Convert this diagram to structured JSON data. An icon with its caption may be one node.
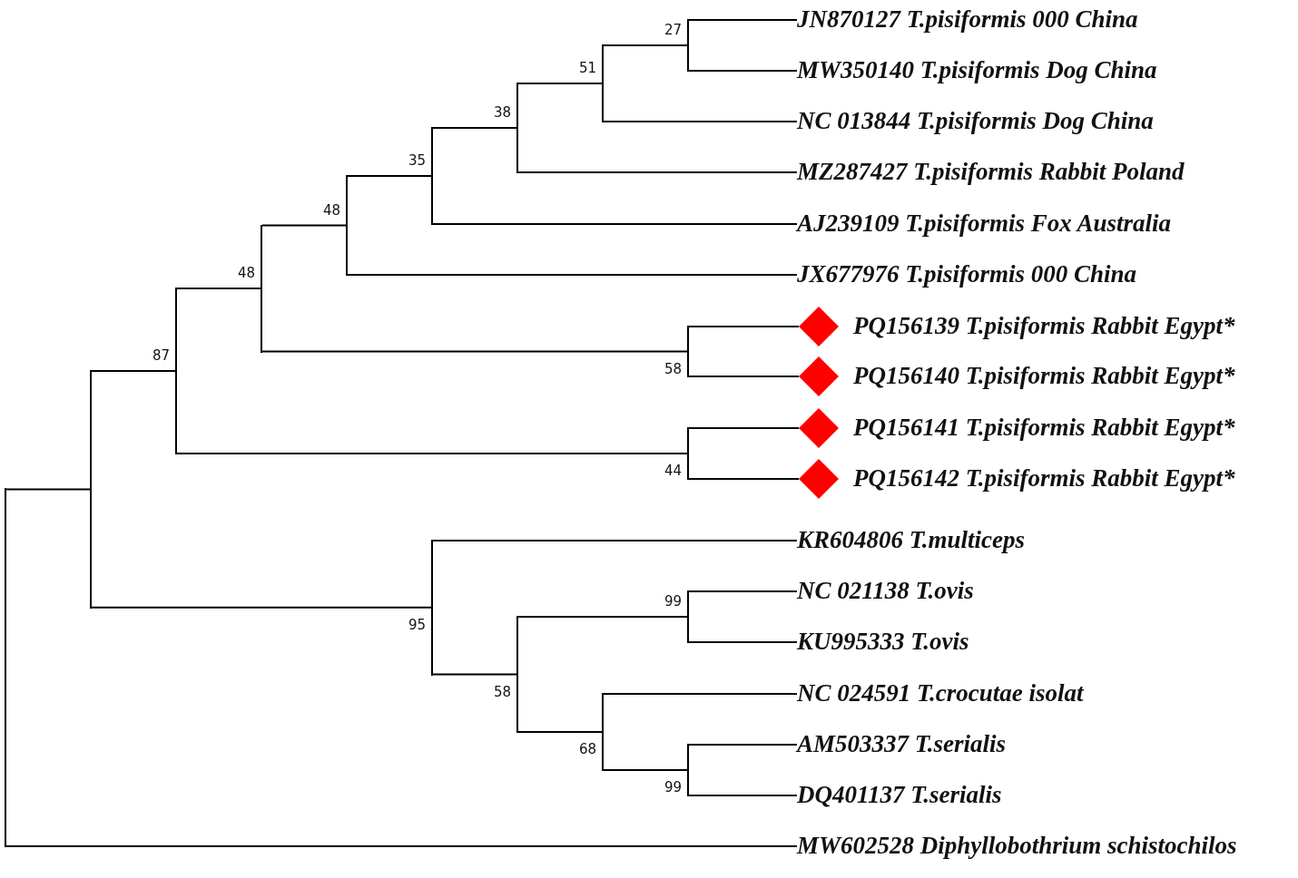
{
  "diagram": {
    "nodes": [
      {
        "text": [],
        "shape": "bar"
      },
      {
        "text": [],
        "shape": "bar"
      },
      {
        "text": [],
        "shape": "bar",
        "beside": [
          "87"
        ]
      },
      {
        "text": [],
        "shape": "bar",
        "beside": [
          "48"
        ]
      },
      {
        "text": [],
        "shape": "bar",
        "beside": [
          "48"
        ]
      },
      {
        "text": [],
        "shape": "bar",
        "beside": [
          "35"
        ]
      },
      {
        "text": [],
        "shape": "bar",
        "beside": [
          "38"
        ]
      },
      {
        "text": [],
        "shape": "bar",
        "beside": [
          "51"
        ]
      },
      {
        "text": [],
        "shape": "bar",
        "beside": [
          "27"
        ]
      },
      {
        "text": [
          "JN870127 T.pisiformis 000 China"
        ]
      },
      {
        "text": [
          "MW350140 T.pisiformis Dog China"
        ]
      },
      {
        "text": [
          "NC 013844 T.pisiformis Dog China"
        ]
      },
      {
        "text": [
          "MZ287427 T.pisiformis Rabbit Poland"
        ]
      },
      {
        "text": [
          "AJ239109 T.pisiformis Fox Australia"
        ]
      },
      {
        "text": [
          "JX677976 T.pisiformis 000 China"
        ]
      },
      {
        "text": [],
        "shape": "bar",
        "beside": [
          "58"
        ]
      },
      {
        "text": [],
        "shape": "diamond"
      },
      {
        "text": [
          "PQ156139 T.pisiformis Rabbit Egypt*"
        ]
      },
      {
        "text": [],
        "shape": "diamond"
      },
      {
        "text": [
          "PQ156140 T.pisiformis Rabbit Egypt*"
        ]
      },
      {
        "text": [],
        "shape": "bar",
        "beside": [
          "44"
        ]
      },
      {
        "text": [],
        "shape": "diamond"
      },
      {
        "text": [
          "PQ156141 T.pisiformis Rabbit Egypt*"
        ]
      },
      {
        "text": [],
        "shape": "diamond"
      },
      {
        "text": [
          "PQ156142 T.pisiformis Rabbit Egypt*"
        ]
      },
      {
        "text": [],
        "shape": "bar",
        "beside": [
          "95"
        ]
      },
      {
        "text": [
          "KR604806 T.multiceps"
        ]
      },
      {
        "text": [],
        "shape": "bar",
        "beside": [
          "58"
        ]
      },
      {
        "text": [],
        "shape": "bar",
        "beside": [
          "99"
        ]
      },
      {
        "text": [
          "NC 021138 T.ovis"
        ]
      },
      {
        "text": [
          "KU995333 T.ovis"
        ]
      },
      {
        "text": [],
        "shape": "bar",
        "beside": [
          "68"
        ]
      },
      {
        "text": [
          "NC 024591 T.crocutae isolat"
        ]
      },
      {
        "text": [],
        "shape": "bar",
        "beside": [
          "99"
        ]
      },
      {
        "text": [
          "AM503337 T.serialis"
        ]
      },
      {
        "text": [
          "DQ401137 T.serialis"
        ]
      },
      {
        "text": [
          "MW602528 Diphyllobothrium schistochilos"
        ]
      }
    ],
    "edges": [
      {
        "from": 0,
        "to": 1,
        "arrow": "none"
      },
      {
        "from": 0,
        "to": 36,
        "arrow": "none"
      },
      {
        "from": 1,
        "to": 2,
        "arrow": "none"
      },
      {
        "from": 1,
        "to": 25,
        "arrow": "none"
      },
      {
        "from": 2,
        "to": 3,
        "arrow": "none"
      },
      {
        "from": 2,
        "to": 20,
        "arrow": "none"
      },
      {
        "from": 3,
        "to": 4,
        "arrow": "none"
      },
      {
        "from": 3,
        "to": 15,
        "arrow": "none"
      },
      {
        "from": 4,
        "to": 5,
        "arrow": "none"
      },
      {
        "from": 4,
        "to": 14,
        "arrow": "none"
      },
      {
        "from": 5,
        "to": 6,
        "arrow": "none"
      },
      {
        "from": 5,
        "to": 13,
        "arrow": "none"
      },
      {
        "from": 6,
        "to": 7,
        "arrow": "none"
      },
      {
        "from": 6,
        "to": 12,
        "arrow": "none"
      },
      {
        "from": 7,
        "to": 8,
        "arrow": "none"
      },
      {
        "from": 7,
        "to": 11,
        "arrow": "none"
      },
      {
        "from": 8,
        "to": 9,
        "arrow": "none"
      },
      {
        "from": 8,
        "to": 10,
        "arrow": "none"
      },
      {
        "from": 15,
        "to": 16,
        "arrow": "none"
      },
      {
        "from": 15,
        "to": 18,
        "arrow": "none"
      },
      {
        "from": 20,
        "to": 21,
        "arrow": "none"
      },
      {
        "from": 20,
        "to": 23,
        "arrow": "none"
      },
      {
        "from": 25,
        "to": 26,
        "arrow": "none"
      },
      {
        "from": 25,
        "to": 27,
        "arrow": "none"
      },
      {
        "from": 27,
        "to": 28,
        "arrow": "none"
      },
      {
        "from": 27,
        "to": 31,
        "arrow": "none"
      },
      {
        "from": 28,
        "to": 29,
        "arrow": "none"
      },
      {
        "from": 28,
        "to": 30,
        "arrow": "none"
      },
      {
        "from": 31,
        "to": 32,
        "arrow": "none"
      },
      {
        "from": 31,
        "to": 33,
        "arrow": "none"
      },
      {
        "from": 33,
        "to": 34,
        "arrow": "none"
      },
      {
        "from": 33,
        "to": 35,
        "arrow": "none"
      }
    ]
  }
}
